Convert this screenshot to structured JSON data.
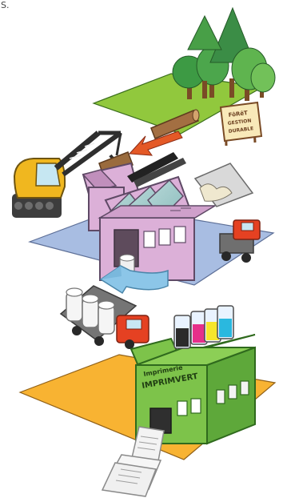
{
  "image": {
    "top_edge_text": "S.",
    "forest_sign": {
      "line1": "FôRêT",
      "line2": "GESTION",
      "line3": "DURABLE"
    },
    "printing_plant": {
      "line1": "Imprimerie",
      "line2": "IMPRIMVERT"
    }
  },
  "colors": {
    "forest_plate": "#91c83d",
    "mill_plate": "#a8bde2",
    "print_plate": "#f8b332",
    "mill_building": "#dcb0d8",
    "print_building": "#7dc34a",
    "crane": "#f0b71f",
    "truck_cab": "#e54122",
    "arrow_red": "#e45926",
    "arrow_blue": "#8cc6e8",
    "ink_black": "#2b2b2b",
    "ink_magenta": "#e62f8a",
    "ink_cyan": "#2ab8df",
    "ink_yellow": "#f6e62b"
  },
  "icons": {
    "forest": "tree-icon",
    "sign": "signboard-icon",
    "crane": "log-loader-crane-icon",
    "mill": "paper-mill-icon",
    "truck": "truck-icon",
    "paper_roll": "paper-roll-icon",
    "printer": "printing-house-icon",
    "ink": "ink-jar-icon",
    "printed_sheets": "printed-paper-stack-icon"
  }
}
